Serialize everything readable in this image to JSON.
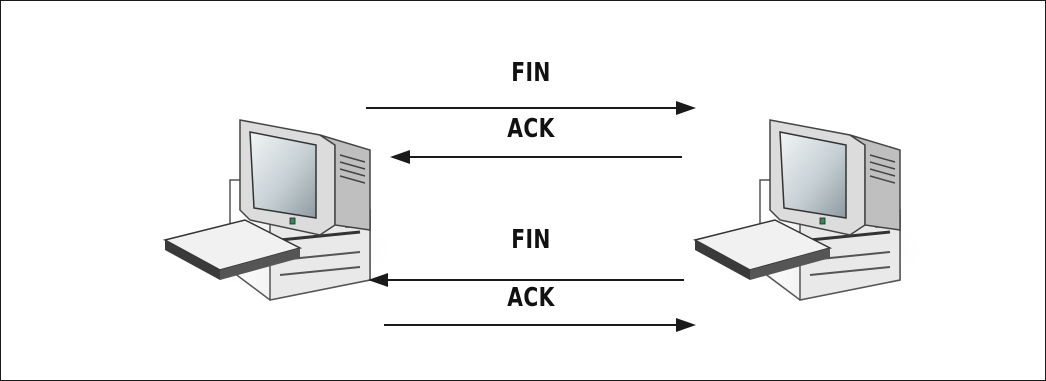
{
  "diagram": {
    "messages": [
      {
        "label": "FIN",
        "direction": "right"
      },
      {
        "label": "ACK",
        "direction": "left"
      },
      {
        "label": "FIN",
        "direction": "left"
      },
      {
        "label": "ACK",
        "direction": "right"
      }
    ],
    "nodes": [
      {
        "icon": "desktop-computer-icon"
      },
      {
        "icon": "desktop-computer-icon"
      }
    ],
    "colors": {
      "line": "#1a1a1a",
      "text": "#111111",
      "monitor": "#e6e6e6",
      "screen": "#c9d4d8",
      "shadow": "#d9d9d9"
    }
  }
}
